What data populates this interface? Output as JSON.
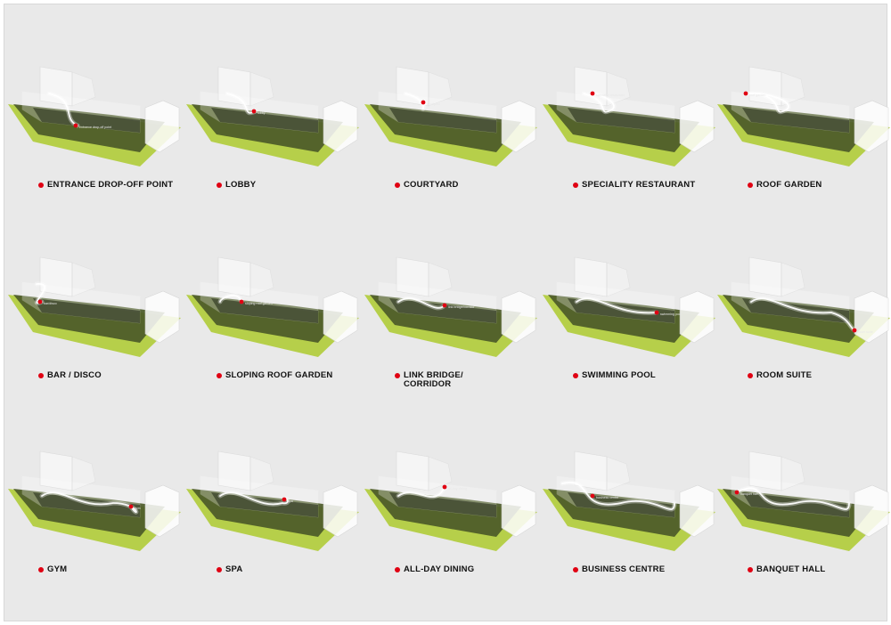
{
  "accent_color": "#e00012",
  "site_colors": {
    "ground": "#b6cf4a",
    "ground_dark": "#4c5a28",
    "path_glow": "#ffffff"
  },
  "steps": [
    {
      "label": "ENTRANCE DROP-OFF POINT",
      "tag": "entrance drop-off point"
    },
    {
      "label": "LOBBY",
      "tag": "lobby"
    },
    {
      "label": "COURTYARD",
      "tag": "courtyard"
    },
    {
      "label": "SPECIALITY RESTAURANT",
      "tag": "speciality restaurant"
    },
    {
      "label": "ROOF GARDEN",
      "tag": "roof garden"
    },
    {
      "label": "BAR / DISCO",
      "tag": "bar/disco"
    },
    {
      "label": "SLOPING ROOF GARDEN",
      "tag": "sloping roof garden"
    },
    {
      "label": "LINK BRIDGE/ CORRIDOR",
      "tag": "link bridge/corridor"
    },
    {
      "label": "SWIMMING POOL",
      "tag": "swimming pool"
    },
    {
      "label": "ROOM SUITE",
      "tag": "room suite"
    },
    {
      "label": "GYM",
      "tag": "gym"
    },
    {
      "label": "SPA",
      "tag": "spa"
    },
    {
      "label": "ALL-DAY DINING",
      "tag": "all-day dining"
    },
    {
      "label": "BUSINESS CENTRE",
      "tag": "business centre"
    },
    {
      "label": "BANQUET HALL",
      "tag": "banquet hall"
    }
  ]
}
